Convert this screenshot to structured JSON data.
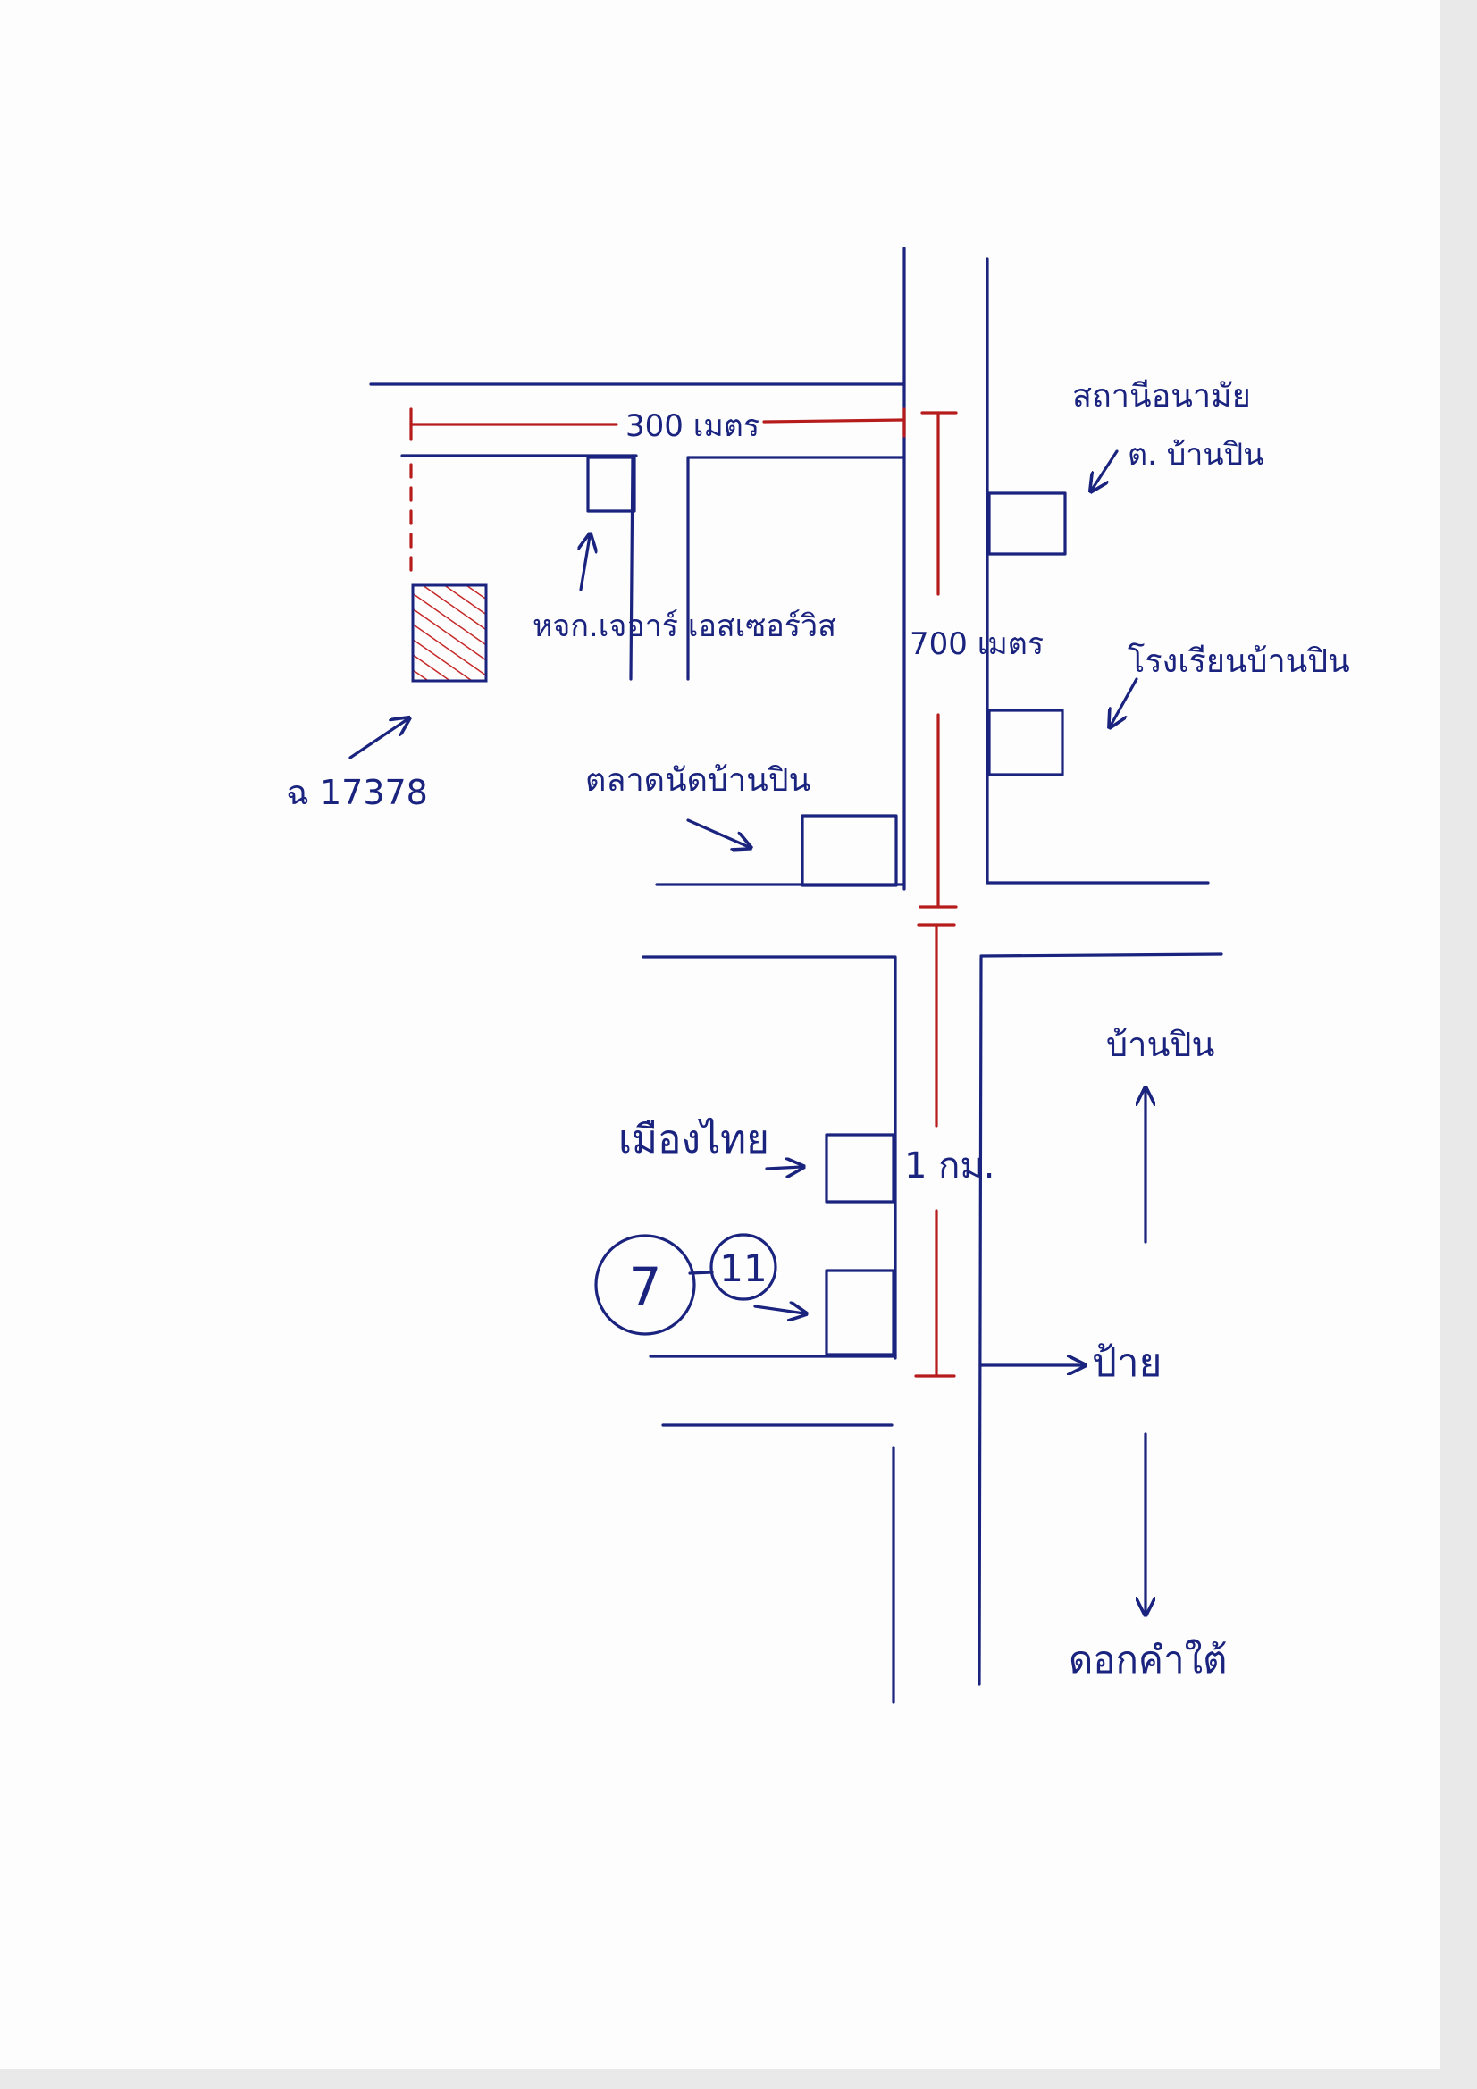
{
  "map": {
    "labels": {
      "health_station": "สถานีอนามัย",
      "sub_district": "ต. บ้านปิน",
      "shop": "หจก.เจอาร์ เอสเซอร์วิส",
      "school": "โรงเรียนบ้านปิน",
      "deed": "ฉ 17378",
      "market": "ตลาดนัดบ้านปิน",
      "mueang_thai": "เมืองไทย",
      "seven_eleven_7": "7",
      "seven_eleven_11": "11",
      "to_ban_pin": "บ้านปิน",
      "bus_stop": "ป้าย",
      "to_dok_kham_tai": "ดอกคำใต้"
    },
    "distances": {
      "horizontal": "300 เมตร",
      "vertical": "700 เมตร",
      "lower": "1 กม."
    }
  },
  "colors": {
    "ink": "#1a237e",
    "measure": "#b71c1c"
  },
  "icons": [
    "arrow-icon",
    "hatched-plot-icon",
    "seven-eleven-logo"
  ]
}
